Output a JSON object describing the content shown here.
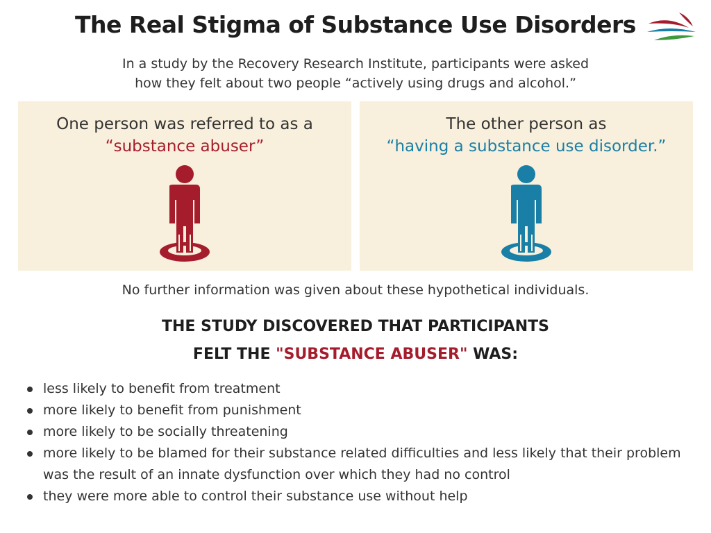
{
  "header": {
    "title": "The Real Stigma of Substance Use Disorders",
    "logo_icon": "brand-logo-icon"
  },
  "intro": {
    "line1": "In a study by the Recovery Research Institute, participants were asked",
    "line2": "how they felt about two people “actively using drugs and alcohol.”"
  },
  "panels": [
    {
      "line1": "One person was referred to as a",
      "line2": "“substance abuser”",
      "icon": "person-icon",
      "color": "#a51d2d"
    },
    {
      "line1": "The other person as",
      "line2": "“having a substance use disorder.”",
      "icon": "person-icon",
      "color": "#1a7fa6"
    }
  ],
  "note": "No further information was given about these hypothetical individuals.",
  "finding": {
    "line1": "THE STUDY DISCOVERED THAT PARTICIPANTS",
    "line2_prefix": "FELT THE",
    "line2_highlight": "\"SUBSTANCE ABUSER\"",
    "line2_suffix": "WAS:"
  },
  "bullets": [
    "less likely to benefit from treatment",
    "more likely to benefit from punishment",
    "more likely to be socially threatening",
    "more likely to be blamed for their substance related difficulties and less likely that their problem was the result of an innate dysfunction over which they had no control",
    "they were more able to control their substance use without help"
  ],
  "colors": {
    "accent_red": "#a51d2d",
    "accent_teal": "#1a7fa6",
    "panel_bg": "#f8f0dc"
  }
}
